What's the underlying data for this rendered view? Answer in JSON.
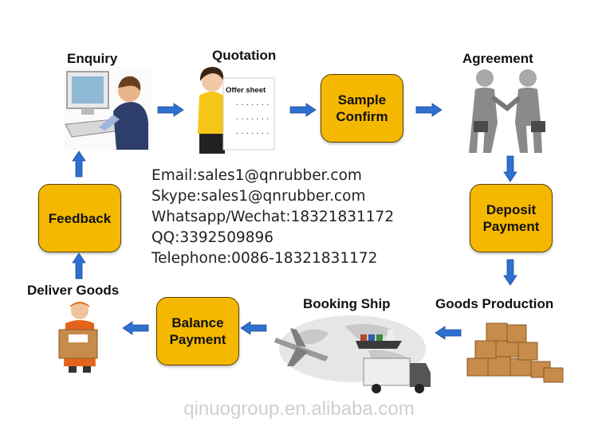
{
  "steps": {
    "enquiry": "Enquiry",
    "quotation": "Quotation",
    "quotation_sheet": "Offer sheet",
    "sample_confirm_1": "Sample",
    "sample_confirm_2": "Confirm",
    "agreement": "Agreement",
    "deposit_payment_1": "Deposit",
    "deposit_payment_2": "Payment",
    "goods_production": "Goods Production",
    "booking_ship": "Booking Ship",
    "balance_payment_1": "Balance",
    "balance_payment_2": "Payment",
    "deliver_goods": "Deliver Goods",
    "feedback": "Feedback"
  },
  "contact": {
    "email": "Email:sales1@qnrubber.com",
    "skype": "Skype:sales1@qnrubber.com",
    "whatsapp": "Whatsapp/Wechat:18321831172",
    "qq": "QQ:3392509896",
    "telephone": "Telephone:0086-18321831172"
  },
  "watermark": "qinuogroup.en.alibaba.com",
  "colors": {
    "box_fill": "#f5b800",
    "arrow": "#2f6fd0"
  }
}
